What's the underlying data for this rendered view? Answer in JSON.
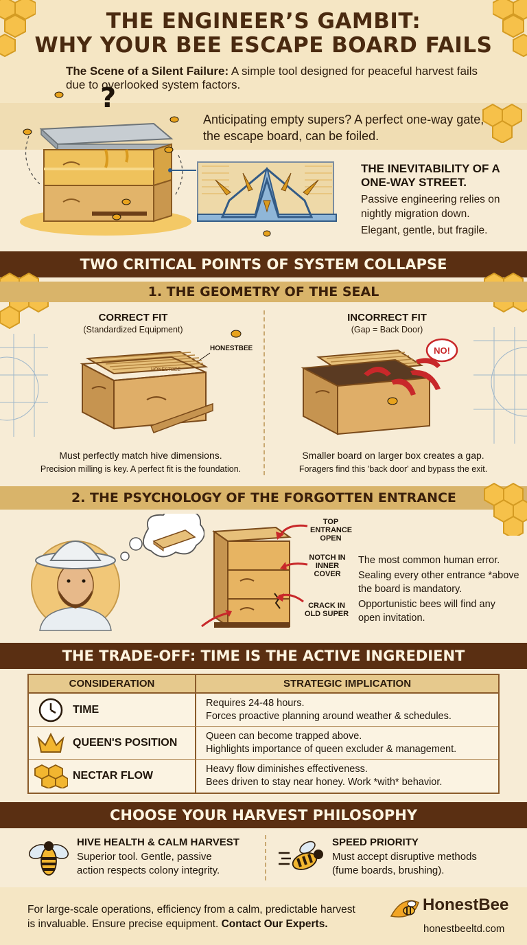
{
  "header": {
    "title_line1": "THE ENGINEER’S GAMBIT:",
    "title_line2": "WHY YOUR BEE ESCAPE BOARD FAILS",
    "subtitle_bold": "The Scene of a Silent Failure:",
    "subtitle_rest": " A simple tool designed for peaceful harvest fails due to overlooked system factors."
  },
  "intro": {
    "text": "Anticipating empty supers? A perfect one-way gate, the escape board, can be foiled.",
    "hive_mark": "?"
  },
  "oneway": {
    "title": "THE INEVITABILITY OF A ONE-WAY STREET.",
    "body_line1": "Passive engineering relies on nightly migration down.",
    "body_line2": "Elegant, gentle, but fragile."
  },
  "collapse": {
    "title": "TWO CRITICAL POINTS OF SYSTEM COLLAPSE",
    "section1_title": "1. THE GEOMETRY OF THE SEAL",
    "correct": {
      "title": "CORRECT FIT",
      "sub": "(Standardized Equipment)",
      "tag": "HONESTBEE",
      "board_stamp": "HONESTBEE",
      "caption1": "Must perfectly match hive dimensions.",
      "caption2": "Precision milling is key. A perfect fit is the foundation."
    },
    "incorrect": {
      "title": "INCORRECT FIT",
      "sub": "(Gap = Back Door)",
      "badge": "NO!",
      "caption1": "Smaller board on larger box creates a gap.",
      "caption2": "Foragers find this 'back door' and bypass the exit."
    }
  },
  "psychology": {
    "title": "2.  THE PSYCHOLOGY OF THE FORGOTTEN ENTRANCE",
    "label_top": "TOP ENTRANCE OPEN",
    "label_notch": "NOTCH IN INNER COVER",
    "label_crack": "CRACK IN OLD SUPER",
    "body_line1": "The most common human error.",
    "body_line2": "Sealing every other entrance *above the board is mandatory.",
    "body_line3": "Opportunistic bees will find any open invitation."
  },
  "tradeoff": {
    "title": "THE TRADE-OFF: TIME IS THE ACTIVE INGREDIENT",
    "col1": "CONSIDERATION",
    "col2": "STRATEGIC IMPLICATION",
    "rows": [
      {
        "icon": "clock-icon",
        "label": "TIME",
        "line1": "Requires 24-48 hours.",
        "line2": "Forces proactive planning around weather & schedules."
      },
      {
        "icon": "crown-icon",
        "label": "QUEEN'S POSITION",
        "line1": "Queen can become trapped above.",
        "line2": "Highlights importance of queen excluder & management."
      },
      {
        "icon": "honeycomb-icon",
        "label": "NECTAR FLOW",
        "line1": "Heavy flow diminishes effectiveness.",
        "line2": "Bees driven to stay near honey. Work *with* behavior."
      }
    ]
  },
  "philosophy": {
    "title": "CHOOSE YOUR HARVEST PHILOSOPHY",
    "left_title": "HIVE HEALTH & CALM HARVEST",
    "left_line1": "Superior tool. Gentle, passive",
    "left_line2": "action respects colony integrity.",
    "right_title": "SPEED PRIORITY",
    "right_line1": "Must accept disruptive methods",
    "right_line2": "(fume boards, brushing)."
  },
  "footer": {
    "text_line1": "For large-scale operations, efficiency from a calm, predictable harvest",
    "text_line2_plain": "is invaluable. Ensure precise equipment. ",
    "text_line2_bold": "Contact Our Experts.",
    "brand": "HonestBee",
    "url": "honestbeeltd.com"
  },
  "colors": {
    "dark_brown": "#5a2f12",
    "gold_band": "#d9b46a",
    "cream": "#f7ecd6",
    "honey": "#f2b630",
    "alert_red": "#c8282a"
  }
}
